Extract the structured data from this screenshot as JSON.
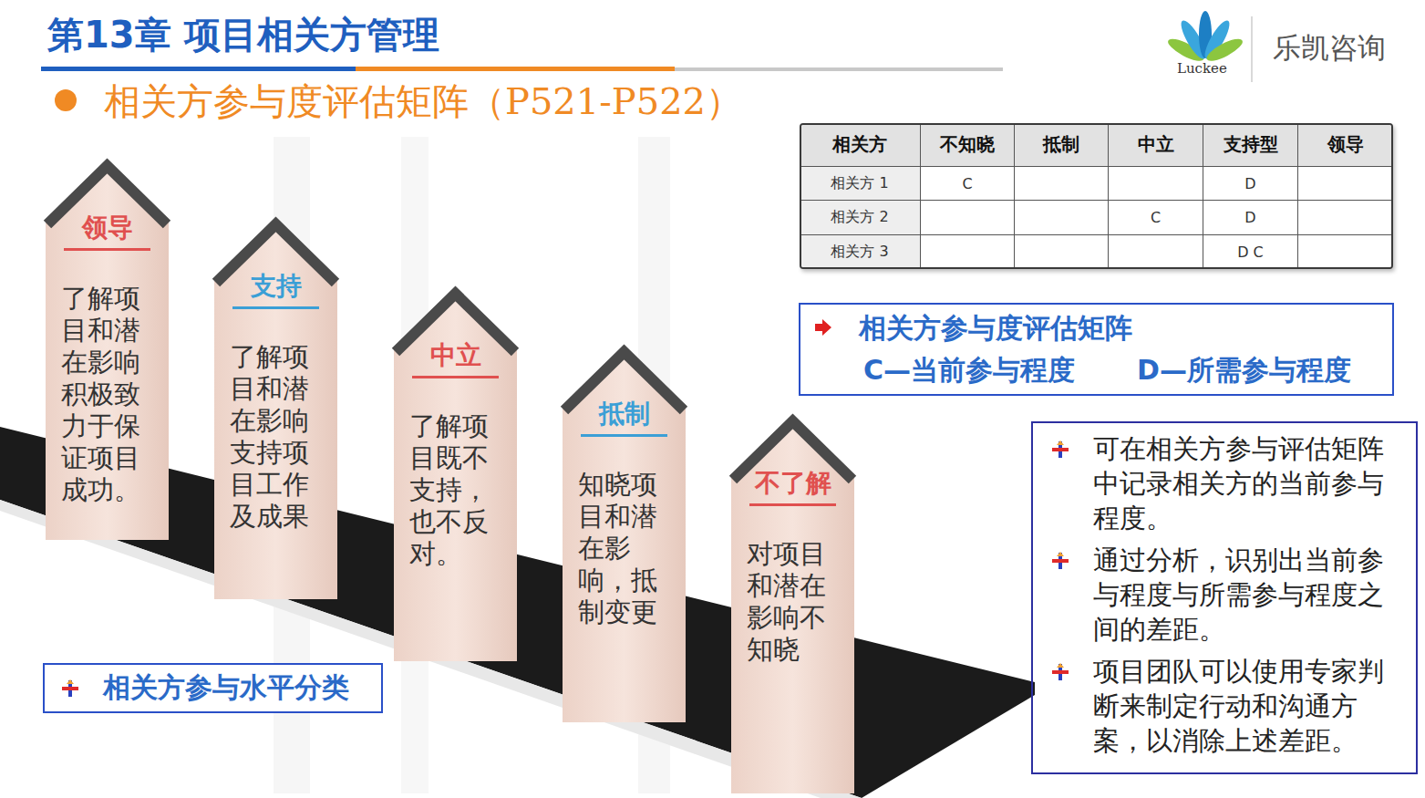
{
  "diagram": {
    "title": "第13章 项目相关方管理",
    "nodes": [
      {
        "text": [
          "领导",
          "了解项目和潜在影响积极致力于保证项目成功。"
        ]
      },
      {
        "text": [
          "支持",
          "了解项目和潜在影响支持项目工作及成果"
        ]
      },
      {
        "text": [
          "中立",
          "了解项目既不支持，也不反对。"
        ]
      },
      {
        "text": [
          "抵制",
          "知晓项目和潜在影响，抵制变更"
        ]
      },
      {
        "text": [
          "不了解",
          "对项目和潜在影响不知晓"
        ]
      },
      {
        "text": [
          "相关方参与度评估矩阵",
          "C—当前参与程度",
          "D—所需参与程度"
        ]
      },
      {
        "text": [
          "可在相关方参与评估矩阵中记录相关方的当前参与程度。",
          "通过分析，识别出当前参与程度与所需参与程度之间的差距。",
          "项目团队可以使用专家判断来制定行动和沟通方案，以消除上述差距。"
        ]
      },
      {
        "text": [
          "相关方参与水平分类"
        ]
      }
    ],
    "labels": [
      "Luckee",
      "乐凯咨询",
      "相关方参与度评估矩阵（P521-P522）",
      "相关方",
      "不知晓",
      "抵制",
      "中立",
      "支持型",
      "领导",
      "相关方 1",
      "C",
      "D",
      "相关方 2",
      "C",
      "D",
      "相关方 3",
      "D C"
    ]
  }
}
